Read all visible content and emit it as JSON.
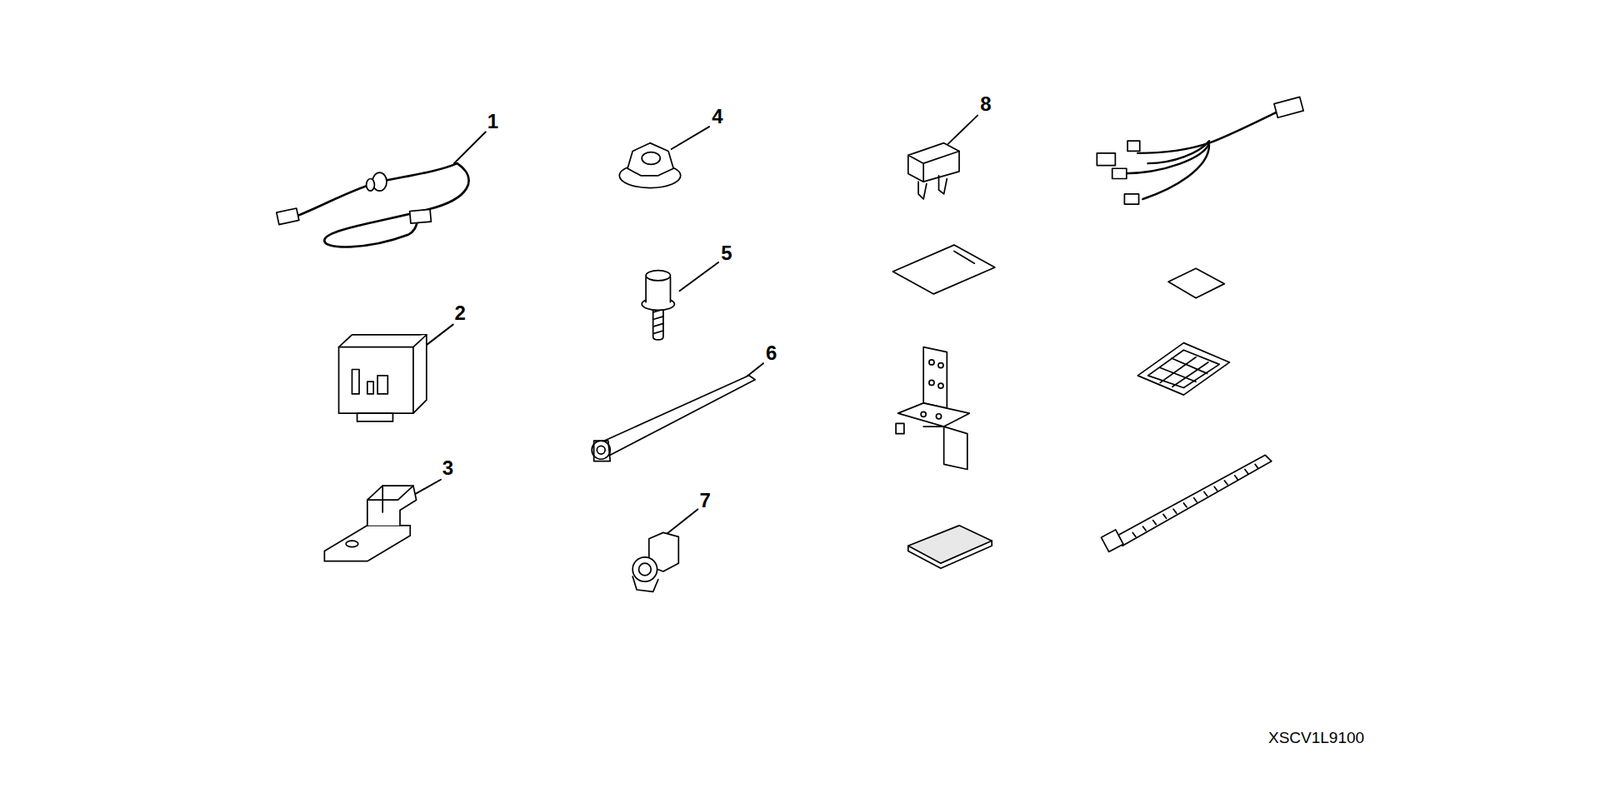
{
  "diagram": {
    "labels": [
      "1",
      "2",
      "3",
      "4",
      "5",
      "6",
      "7",
      "8",
      "XSCV1L9100"
    ]
  }
}
